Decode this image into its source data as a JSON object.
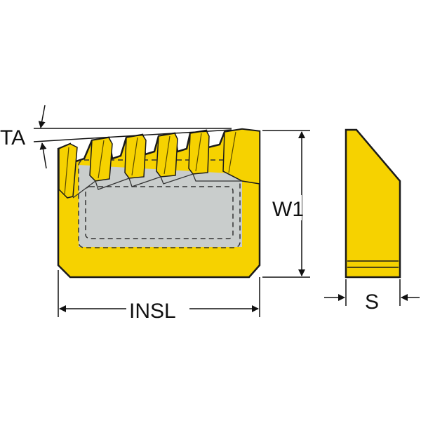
{
  "labels": {
    "ta": "TA",
    "w1": "W1",
    "insl": "INSL",
    "s": "S"
  },
  "colors": {
    "insert_yellow": "#f6d200",
    "pocket_gray": "#c9cdcc",
    "outline": "#1a1a1a"
  }
}
